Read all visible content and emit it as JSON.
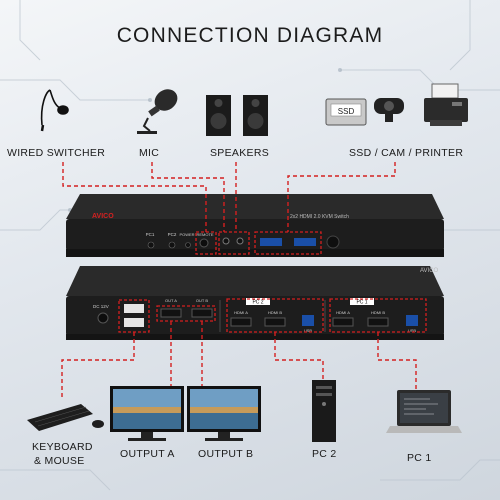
{
  "title": "CONNECTION DIAGRAM",
  "top_labels": {
    "wired_switcher": "WIRED SWITCHER",
    "mic": "MIC",
    "speakers": "SPEAKERS",
    "ssd_cam_printer": "SSD / CAM / PRINTER"
  },
  "bottom_labels": {
    "keyboard_mouse_line1": "KEYBOARD",
    "keyboard_mouse_line2": "& MOUSE",
    "output_a": "OUTPUT A",
    "output_b": "OUTPUT B",
    "pc2": "PC 2",
    "pc1": "PC 1"
  },
  "front_panel": {
    "brand": "AVICO",
    "model": "2x2 HDMI 2.0 KVM Switch",
    "pc1": "PC1",
    "pc2": "PC2",
    "power": "POWER",
    "remote": "REMOTE"
  },
  "rear_panel": {
    "dc": "DC 12V",
    "out_a": "OUT A",
    "out_b": "OUT B",
    "pc2_group": "PC 2",
    "pc1_group": "PC 1",
    "hdmi_a": "HDMI A",
    "hdmi_b": "HDMI B",
    "usb": "USB",
    "brand": "AVICO"
  },
  "ssd_text": "SSD",
  "colors": {
    "accent": "#d42020",
    "device": "#1e1e1e",
    "text": "#1a1a1a"
  }
}
